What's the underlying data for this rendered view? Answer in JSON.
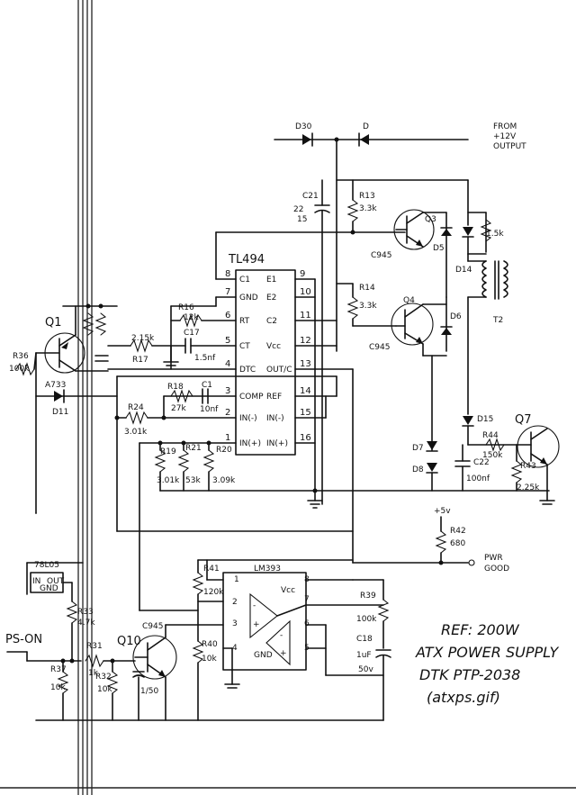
{
  "ic_tl494": {
    "name": "TL494",
    "left_pins": [
      {
        "num": "8",
        "name": "C1"
      },
      {
        "num": "7",
        "name": "GND"
      },
      {
        "num": "6",
        "name": "RT"
      },
      {
        "num": "5",
        "name": "CT"
      },
      {
        "num": "4",
        "name": "DTC"
      },
      {
        "num": "3",
        "name": "COMP"
      },
      {
        "num": "2",
        "name": "IN(-)"
      },
      {
        "num": "1",
        "name": "IN(+)"
      }
    ],
    "right_pins": [
      {
        "num": "9",
        "name": "E1"
      },
      {
        "num": "10",
        "name": "E2"
      },
      {
        "num": "11",
        "name": "C2"
      },
      {
        "num": "12",
        "name": "Vcc"
      },
      {
        "num": "13",
        "name": "OUT/C"
      },
      {
        "num": "14",
        "name": "REF"
      },
      {
        "num": "15",
        "name": "IN(-)"
      },
      {
        "num": "16",
        "name": "IN(+)"
      }
    ]
  },
  "ic_lm393": {
    "name": "LM393",
    "pins": {
      "p1": "1",
      "p2": "2",
      "p3": "3",
      "p4": "4",
      "p5": "5",
      "p6": "6",
      "p7": "7",
      "p8": "8"
    },
    "vcc": "Vcc",
    "gnd": "GND",
    "plus": "+",
    "minus": "-"
  },
  "regulator": {
    "name": "78L05",
    "in": "IN",
    "out": "OUT",
    "gnd": "GND"
  },
  "labels": {
    "from": "FROM",
    "from_value": "+12V",
    "from_output": "OUTPUT",
    "pwr": "PWR",
    "good": "GOOD",
    "ps_on": "PS-ON",
    "plus5v": "+5v"
  },
  "components": {
    "d30": "D30",
    "d": "D",
    "c21": "C21",
    "c21_val1": "22",
    "c21_val2": "15",
    "r13": "R13",
    "r13_val": "3.3k",
    "q3": "Q3",
    "c945a": "C945",
    "d5": "D5",
    "d14": "D14",
    "r15k": "1.5k",
    "r14": "R14",
    "r14_val": "3.3k",
    "q4": "Q4",
    "c945b": "C945",
    "d6": "D6",
    "t2": "T2",
    "q1": "Q1",
    "a733": "A733",
    "r36": "R36",
    "r36_val": "100k",
    "d11": "D11",
    "r16": "R16",
    "r16_val": "12k",
    "r17": "R17",
    "r17_val": "2.15k",
    "c17": "C17",
    "c17_val": "1.5nf",
    "r18": "R18",
    "r18_val": "27k",
    "c1": "C1",
    "c1_val": "10nf",
    "r24": "R24",
    "r24_val": "3.01k",
    "r19": "R19",
    "r19_val": "3.01k",
    "r21": "R21",
    "r21_val": "53k",
    "r20": "R20",
    "r20_val": "3.09k",
    "d15": "D15",
    "d7": "D7",
    "d8": "D8",
    "q7": "Q7",
    "r44": "R44",
    "r44_val": "150k",
    "c22": "C22",
    "c22_val": "100nf",
    "r43": "R43",
    "r43_val": "2.25k",
    "r42": "R42",
    "r42_val": "680",
    "r41": "R41",
    "r41_val": "120k",
    "r39": "R39",
    "r39_val": "100k",
    "c18": "C18",
    "c18_val1": "1uF",
    "c18_val2": "50v",
    "r40": "R40",
    "r40_val": "10k",
    "r33": "R33",
    "r33_val": "4.7k",
    "r31": "R31",
    "r31_val": "1k",
    "r37": "R37",
    "r37_val": "10k",
    "r32": "R32",
    "r32_val": "10k",
    "q10": "Q10",
    "c945c": "C945",
    "cap_q10": "1/50"
  },
  "notes": [
    "REF: 200W",
    "ATX POWER SUPPLY",
    "DTK PTP-2038",
    "(atxps.gif)"
  ]
}
